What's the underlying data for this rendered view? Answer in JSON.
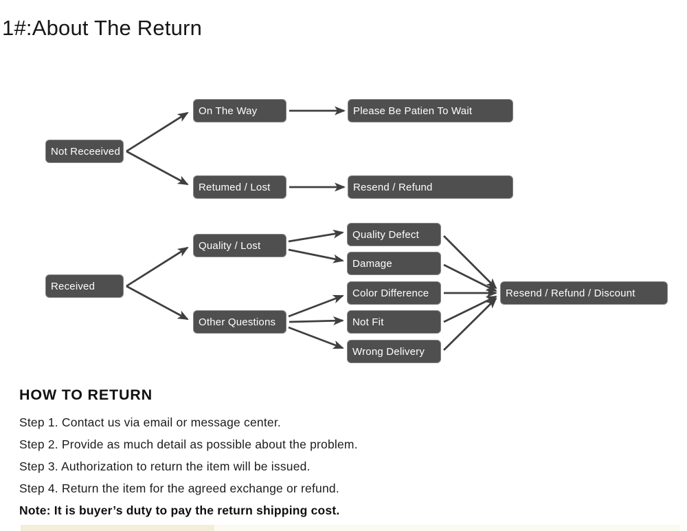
{
  "page": {
    "title": "1#:About The Return"
  },
  "colors": {
    "node_bg": "#4f4f4f",
    "node_border": "#868686",
    "node_text": "#ffffff",
    "arrow": "#3f3f3f",
    "bottom_bar_left": "#f4edd9",
    "bottom_bar_right": "#fcf9f0"
  },
  "diagram": {
    "nodes": {
      "not_received": {
        "label": "Not Receeived"
      },
      "on_the_way": {
        "label": "On The Way"
      },
      "please_wait": {
        "label": "Please Be Patien To Wait"
      },
      "returned_lost": {
        "label": "Retumed / Lost"
      },
      "resend_refund": {
        "label": "Resend / Refund"
      },
      "received": {
        "label": "Received"
      },
      "quality_lost": {
        "label": "Quality / Lost"
      },
      "other_questions": {
        "label": "Other Questions"
      },
      "quality_defect": {
        "label": "Quality Defect"
      },
      "damage": {
        "label": "Damage"
      },
      "color_difference": {
        "label": "Color Difference"
      },
      "not_fit": {
        "label": "Not Fit"
      },
      "wrong_delivery": {
        "label": "Wrong Delivery"
      },
      "resend_refund_discount": {
        "label": "Resend / Refund / Discount"
      }
    },
    "edges": [
      {
        "from": "not_received",
        "to": "on_the_way"
      },
      {
        "from": "not_received",
        "to": "returned_lost"
      },
      {
        "from": "on_the_way",
        "to": "please_wait"
      },
      {
        "from": "returned_lost",
        "to": "resend_refund"
      },
      {
        "from": "received",
        "to": "quality_lost"
      },
      {
        "from": "received",
        "to": "other_questions"
      },
      {
        "from": "quality_lost",
        "to": "quality_defect"
      },
      {
        "from": "quality_lost",
        "to": "damage"
      },
      {
        "from": "other_questions",
        "to": "color_difference"
      },
      {
        "from": "other_questions",
        "to": "not_fit"
      },
      {
        "from": "other_questions",
        "to": "wrong_delivery"
      },
      {
        "from": "quality_defect",
        "to": "resend_refund_discount"
      },
      {
        "from": "damage",
        "to": "resend_refund_discount"
      },
      {
        "from": "color_difference",
        "to": "resend_refund_discount"
      },
      {
        "from": "not_fit",
        "to": "resend_refund_discount"
      },
      {
        "from": "wrong_delivery",
        "to": "resend_refund_discount"
      }
    ]
  },
  "how_to_return": {
    "heading": "HOW TO RETURN",
    "steps": [
      "Step 1. Contact us via email or message center.",
      "Step 2. Provide as much detail as possible about the problem.",
      "Step 3. Authorization to return the item will be issued.",
      "Step 4. Return the item for the agreed exchange or refund."
    ],
    "note": "Note: It is buyer’s duty to pay the return shipping cost."
  }
}
